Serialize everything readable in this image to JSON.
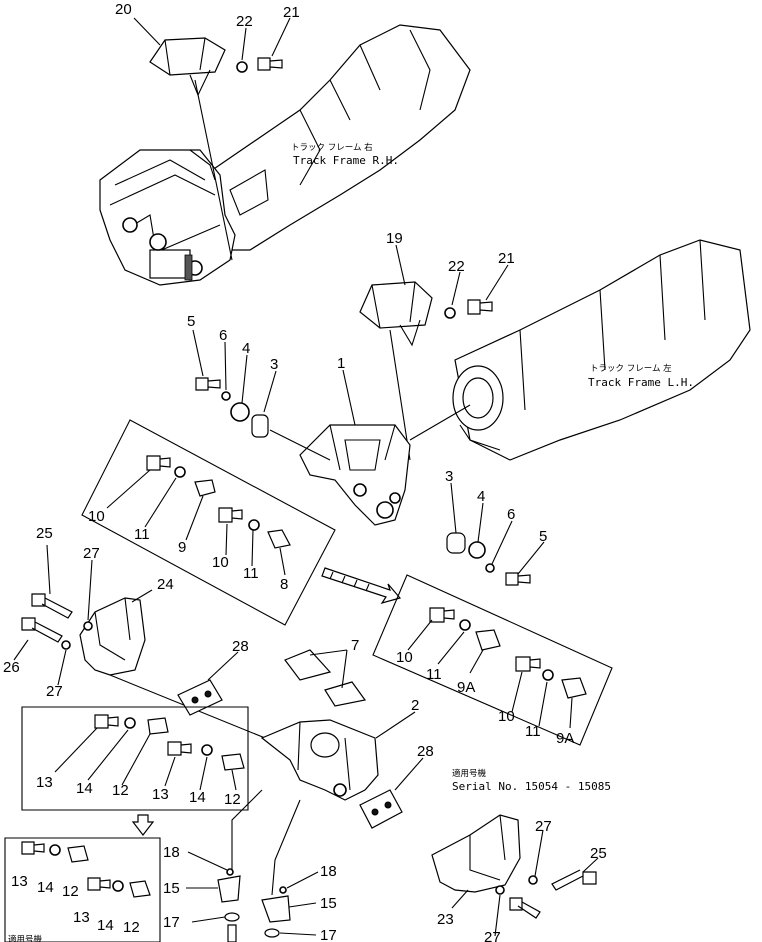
{
  "frame_rh": {
    "jp": "トラック フレーム 右",
    "en": "Track Frame R.H."
  },
  "frame_lh": {
    "jp": "トラック フレーム 左",
    "en": "Track Frame L.H."
  },
  "serial": {
    "jp": "適用号機",
    "en": "Serial No. 15054 - 15085"
  },
  "footer_jp": "適用号機",
  "callouts": {
    "c20": "20",
    "c22a": "22",
    "c21a": "21",
    "c19": "19",
    "c22b": "22",
    "c21b": "21",
    "c5a": "5",
    "c6a": "6",
    "c4a": "4",
    "c3a": "3",
    "c1": "1",
    "c10a": "10",
    "c11a": "11",
    "c9": "9",
    "c10b": "10",
    "c11b": "11",
    "c8": "8",
    "c3b": "3",
    "c4b": "4",
    "c6b": "6",
    "c5b": "5",
    "c25a": "25",
    "c27a": "27",
    "c24": "24",
    "c26": "26",
    "c27b": "27",
    "c28a": "28",
    "c7": "7",
    "c2": "2",
    "c28b": "28",
    "c10c": "10",
    "c11c": "11",
    "c9Aa": "9A",
    "c10d": "10",
    "c11d": "11",
    "c9Ab": "9A",
    "c13a": "13",
    "c14a": "14",
    "c12a": "12",
    "c13b": "13",
    "c14b": "14",
    "c12b": "12",
    "c13c": "13",
    "c14c": "14",
    "c12c": "12",
    "c13d": "13",
    "c14d": "14",
    "c12d": "12",
    "c18a": "18",
    "c15a": "15",
    "c17a": "17",
    "c18b": "18",
    "c15b": "15",
    "c17b": "17",
    "c23": "23",
    "c27c": "27",
    "c25b": "25",
    "c27d": "27"
  }
}
